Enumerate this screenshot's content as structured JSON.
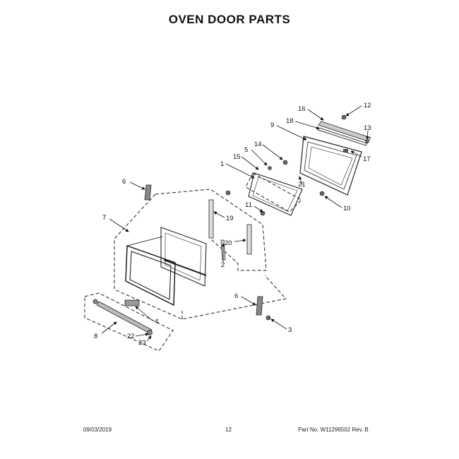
{
  "title": "OVEN DOOR PARTS",
  "footer": {
    "date": "09/03/2019",
    "page": "12",
    "part_number": "Part No. W11296502  Rev. B"
  },
  "callouts": [
    "16",
    "12",
    "18",
    "9",
    "13",
    "14",
    "5",
    "17",
    "15",
    "1",
    "21",
    "6",
    "11",
    "10",
    "19",
    "7",
    "20",
    "2",
    "6",
    "3",
    "4",
    "8",
    "22",
    "23"
  ]
}
